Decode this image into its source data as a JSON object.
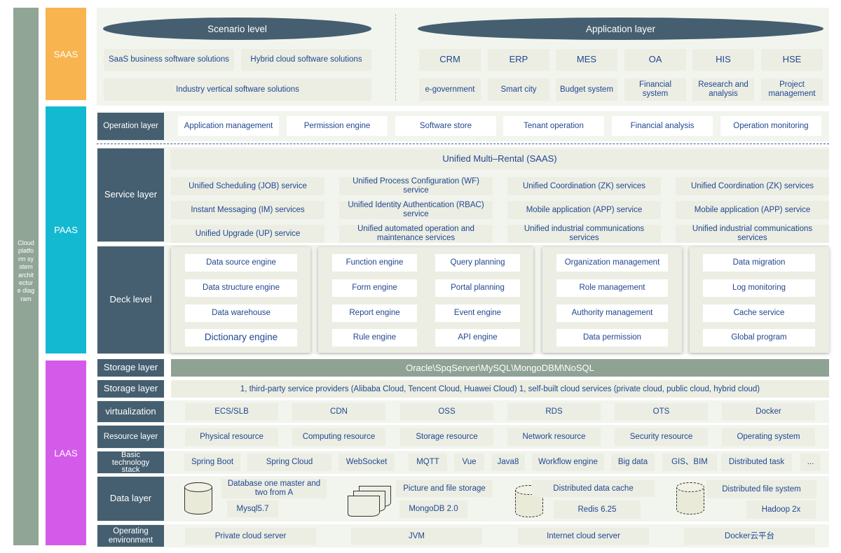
{
  "colors": {
    "saas": "#f8b44e",
    "paas": "#13b9d0",
    "laas": "#d45bea",
    "side": "#91a597",
    "dark": "#455f70",
    "text": "#21478f",
    "storage_bar": "#8fa294"
  },
  "side_label": "Cloud platform system architecture diagram",
  "side_lines": [
    "Cloud",
    "platfo",
    "rm sy",
    "stem",
    "archit",
    "ectur",
    "e diag",
    "ram"
  ],
  "tiers": {
    "saas": "SAAS",
    "paas": "PAAS",
    "laas": "LAAS"
  },
  "saas": {
    "scenario_title": "Scenario level",
    "scenario_items": [
      "SaaS business software solutions",
      "Hybrid cloud software solutions",
      "Industry vertical software solutions"
    ],
    "application_title": "Application layer",
    "application_items": [
      "CRM",
      "ERP",
      "MES",
      "OA",
      "HIS",
      "HSE",
      "e-government",
      "Smart city",
      "Budget system",
      "Financial system",
      "Research and analysis",
      "Project management"
    ]
  },
  "operation_layer": {
    "label": "Operation layer",
    "items": [
      "Application management",
      "Permission engine",
      "Software store",
      "Tenant operation",
      "Financial analysis",
      "Operation monitoring"
    ]
  },
  "service_layer": {
    "label": "Service layer",
    "title": "Unified Multi–Rental (SAAS)",
    "items": [
      "Unified Scheduling (JOB) service",
      "Unified Process Configuration (WF) service",
      "Unified Coordination (ZK) services",
      "Unified Coordination (ZK) services",
      "Instant Messaging (IM) services",
      "Unified Identity Authentication (RBAC) service",
      "Mobile application (APP) service",
      "Mobile application (APP) service",
      "Unified Upgrade (UP) service",
      "Unified automated operation and maintenance services",
      "Unified industrial communications services",
      "Unified industrial communications services"
    ]
  },
  "deck_level": {
    "label": "Deck level",
    "group1": [
      "Data source engine",
      "Data structure engine",
      "Data warehouse",
      "Dictionary engine"
    ],
    "group2": [
      "Function engine",
      "Query planning",
      "Form engine",
      "Portal planning",
      "Report engine",
      "Event engine",
      "Rule engine",
      "API engine"
    ],
    "group3": [
      "Organization management",
      "Role management",
      "Authority management",
      "Data permission"
    ],
    "group4": [
      "Data migration",
      "Log monitoring",
      "Cache service",
      "Global program"
    ]
  },
  "storage_layer_1": {
    "label": "Storage layer",
    "text": "Oracle\\SpqServer\\MySQL\\MongoDBM\\NoSQL"
  },
  "storage_layer_2": {
    "label": "Storage layer",
    "text": "1, third-party service providers (Alibaba Cloud, Tencent Cloud, Huawei Cloud) 1, self-built cloud services (private cloud, public cloud, hybrid cloud)"
  },
  "virtualization": {
    "label": "virtualization",
    "items": [
      "ECS/SLB",
      "CDN",
      "OSS",
      "RDS",
      "OTS",
      "Docker"
    ]
  },
  "resource_layer": {
    "label": "Resource layer",
    "items": [
      "Physical resource",
      "Computing resource",
      "Storage resource",
      "Network resource",
      "Security resource",
      "Operating system"
    ]
  },
  "tech_stack": {
    "label": "Basic technology stack",
    "items": [
      "Spring Boot",
      "Spring Cloud",
      "WebSocket",
      "MQTT",
      "Vue",
      "Java8",
      "Workflow engine",
      "Big data",
      "GIS、BIM",
      "Distributed task",
      "..."
    ]
  },
  "data_layer": {
    "label": "Data layer",
    "items": [
      "Database one master and two from A",
      "Mysql5.7",
      "Picture and file storage",
      "MongoDB 2.0",
      "Distributed data cache",
      "Redis 6.25",
      "Distributed file system",
      "Hadoop 2x"
    ]
  },
  "operating_env": {
    "label": "Operating environment",
    "items": [
      "Private cloud server",
      "JVM",
      "Internet cloud server",
      "Docker云平台"
    ]
  }
}
